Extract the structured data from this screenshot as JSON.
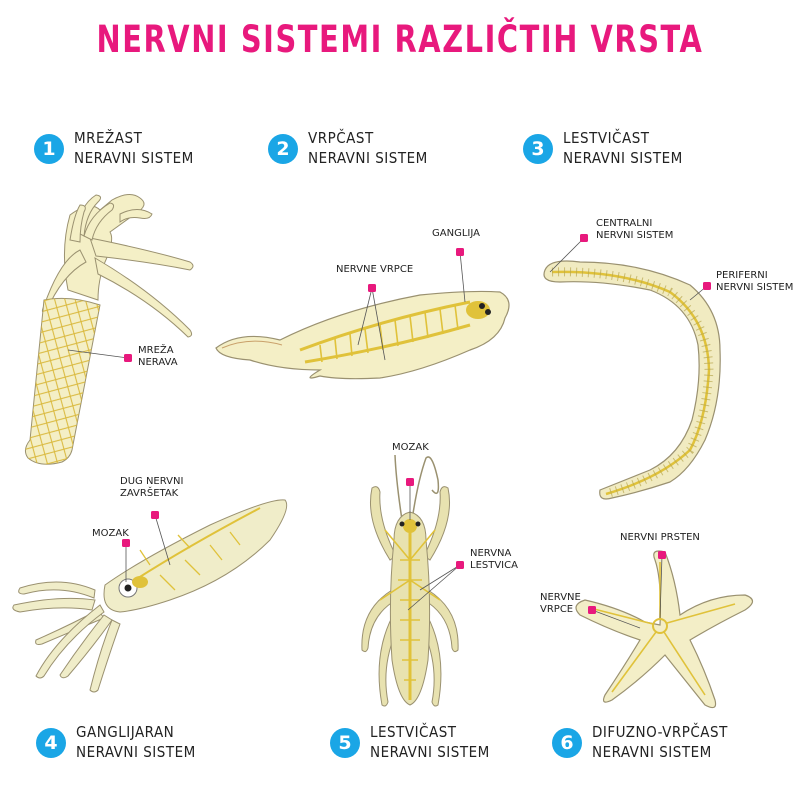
{
  "title": "NERVNI SISTEMI RAZLIČTIH VRSTA",
  "colors": {
    "title": "#e8197d",
    "badge": "#1aa6e6",
    "pin": "#e8197d",
    "body": "#f4efc6",
    "nerve": "#e0c23a",
    "outline": "#9a9170"
  },
  "panels": [
    {
      "number": "1",
      "line1": "MREŽAST",
      "line2": "NERAVNI SISTEM"
    },
    {
      "number": "2",
      "line1": "VRPČAST",
      "line2": "NERAVNI SISTEM"
    },
    {
      "number": "3",
      "line1": "LESTVIČAST",
      "line2": "NERAVNI SISTEM"
    },
    {
      "number": "4",
      "line1": "GANGLIJARAN",
      "line2": "NERAVNI SISTEM"
    },
    {
      "number": "5",
      "line1": "LESTVIČAST",
      "line2": "NERAVNI SISTEM"
    },
    {
      "number": "6",
      "line1": "DIFUZNO-VRPČAST",
      "line2": "NERAVNI SISTEM"
    }
  ],
  "labels": {
    "hydra_net": [
      "MREŽA",
      "NERAVA"
    ],
    "flatworm_cords": [
      "NERVNE VRPCE"
    ],
    "flatworm_ganglia": [
      "GANGLIJA"
    ],
    "worm_central": [
      "CENTRALNI",
      "NERVNI SISTEM"
    ],
    "worm_peripheral": [
      "PERIFERNI",
      "NERVNI SISTEM"
    ],
    "squid_long": [
      "DUG NERVNI",
      "ZAVRŠETAK"
    ],
    "squid_brain": [
      "MOZAK"
    ],
    "insect_brain": [
      "MOZAK"
    ],
    "insect_ladder": [
      "NERVNA",
      "LESTVICA"
    ],
    "star_ring": [
      "NERVNI PRSTEN"
    ],
    "star_cords": [
      "NERVNE",
      "VRPCE"
    ]
  },
  "icons": [
    "hydra-illustration",
    "flatworm-illustration",
    "earthworm-illustration",
    "squid-illustration",
    "grasshopper-illustration",
    "starfish-illustration",
    "label-pin-icon"
  ]
}
